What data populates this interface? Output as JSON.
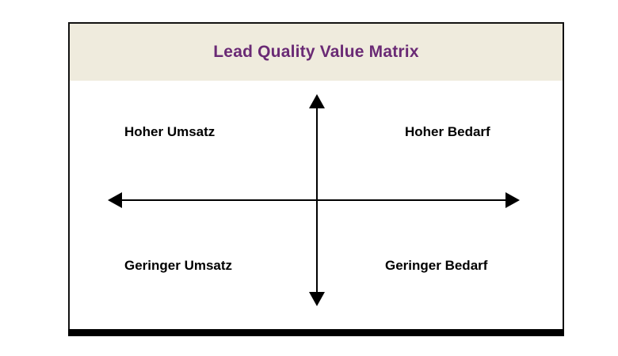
{
  "title": "Lead Quality Value Matrix",
  "quadrants": {
    "top_left": "Hoher Umsatz",
    "top_right": "Hoher Bedarf",
    "bottom_left": "Geringer Umsatz",
    "bottom_right": "Geringer Bedarf"
  },
  "colors": {
    "title": "#6a2a75",
    "header_background": "#efebdd",
    "axis": "#000000"
  }
}
